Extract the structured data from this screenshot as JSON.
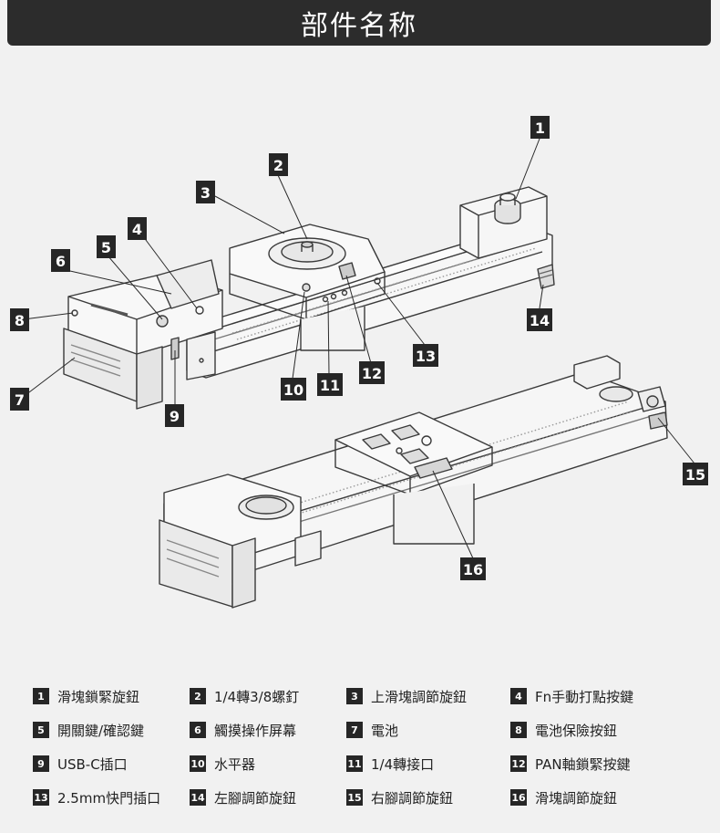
{
  "header": {
    "title": "部件名称"
  },
  "callouts": [
    {
      "id": "1",
      "label": "1"
    },
    {
      "id": "2",
      "label": "2"
    },
    {
      "id": "3",
      "label": "3"
    },
    {
      "id": "4",
      "label": "4"
    },
    {
      "id": "5",
      "label": "5"
    },
    {
      "id": "6",
      "label": "6"
    },
    {
      "id": "7",
      "label": "7"
    },
    {
      "id": "8",
      "label": "8"
    },
    {
      "id": "9",
      "label": "9"
    },
    {
      "id": "10",
      "label": "10"
    },
    {
      "id": "11",
      "label": "11"
    },
    {
      "id": "12",
      "label": "12"
    },
    {
      "id": "13",
      "label": "13"
    },
    {
      "id": "14",
      "label": "14"
    },
    {
      "id": "15",
      "label": "15"
    },
    {
      "id": "16",
      "label": "16"
    }
  ],
  "legend": [
    {
      "num": "1",
      "text": "滑塊鎖緊旋鈕"
    },
    {
      "num": "2",
      "text": "1/4轉3/8螺釘"
    },
    {
      "num": "3",
      "text": "上滑塊調節旋鈕"
    },
    {
      "num": "4",
      "text": "Fn手動打點按鍵"
    },
    {
      "num": "5",
      "text": "開關鍵/確認鍵"
    },
    {
      "num": "6",
      "text": "觸摸操作屏幕"
    },
    {
      "num": "7",
      "text": "電池"
    },
    {
      "num": "8",
      "text": "電池保險按鈕"
    },
    {
      "num": "9",
      "text": "USB-C插口"
    },
    {
      "num": "10",
      "text": "水平器"
    },
    {
      "num": "11",
      "text": "1/4轉接口"
    },
    {
      "num": "12",
      "text": "PAN軸鎖緊按鍵"
    },
    {
      "num": "13",
      "text": "2.5mm快門插口"
    },
    {
      "num": "14",
      "text": "左腳調節旋鈕"
    },
    {
      "num": "15",
      "text": "右腳調節旋鈕"
    },
    {
      "num": "16",
      "text": "滑塊調節旋鈕"
    }
  ],
  "colors": {
    "header_bg": "#2c2c2c",
    "badge_bg": "#262626",
    "line_art": "#3a3a3a",
    "page_bg": "#f1f1f1"
  }
}
